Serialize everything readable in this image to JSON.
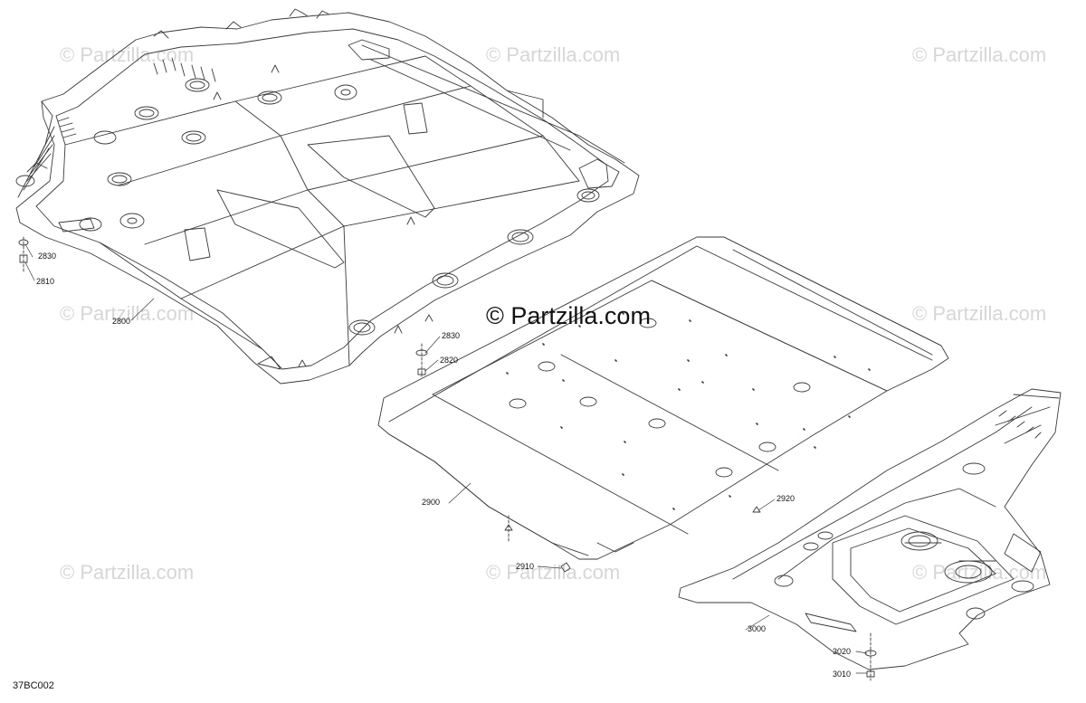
{
  "watermark_text": "© Partzilla.com",
  "center_watermark_text": "© Partzilla.com",
  "diagram_code": "37BC002",
  "part_labels": {
    "p2830a": "2830",
    "p2810": "2810",
    "p2800": "2800",
    "p2830b": "2830",
    "p2820": "2820",
    "p2900": "2900",
    "p2920": "2920",
    "p2910": "2910",
    "p3000": "3000",
    "p3020": "3020",
    "p3010": "3010"
  },
  "colors": {
    "line": "#3a3a3a",
    "watermark": "#d6d6d6"
  }
}
